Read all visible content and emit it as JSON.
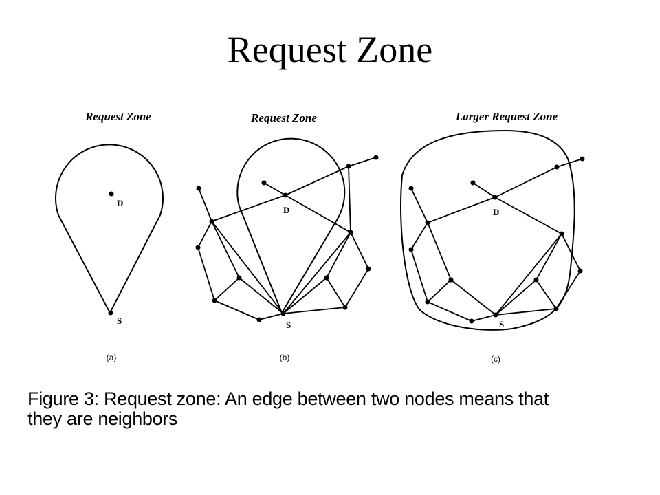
{
  "slide": {
    "title": "Request Zone"
  },
  "figure": {
    "panels": [
      {
        "id": "a",
        "heading": "Request Zone",
        "label": "(a)",
        "source_label": "S",
        "dest_label": "D"
      },
      {
        "id": "b",
        "heading": "Request Zone",
        "label": "(b)",
        "source_label": "S",
        "dest_label": "D"
      },
      {
        "id": "c",
        "heading": "Larger Request Zone",
        "label": "(c)",
        "source_label": "S",
        "dest_label": "D"
      }
    ],
    "caption": {
      "line1": "Figure 3:  Request zone:  An edge between two nodes means that",
      "line2": "they are neighbors"
    }
  },
  "colors": {
    "ink": "#000000",
    "background": "#ffffff"
  }
}
